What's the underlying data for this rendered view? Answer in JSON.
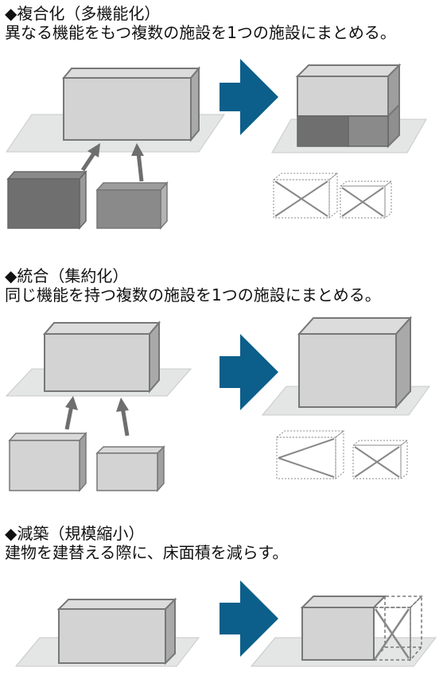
{
  "sections": [
    {
      "title": "◆複合化（多機能化）",
      "description": "異なる機能をもつ複数の施設を1つの施設にまとめる。"
    },
    {
      "title": "◆統合（集約化）",
      "description": "同じ機能を持つ複数の施設を1つの施設にまとめる。"
    },
    {
      "title": "◆減築（規模縮小）",
      "description": "建物を建替える際に、床面積を減らす。"
    }
  ],
  "colors": {
    "arrow": "#0b5f8a",
    "platform": "#e4e5e5",
    "box_light": "#d3d3d3",
    "box_dark": "#7c7c7c",
    "outline": "#777777"
  }
}
